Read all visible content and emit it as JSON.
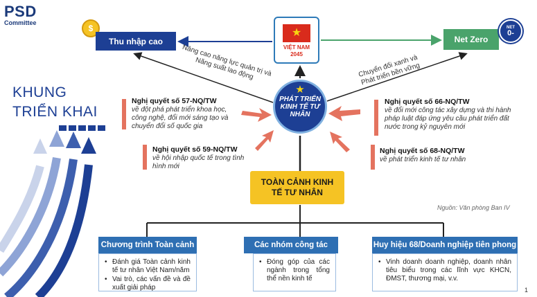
{
  "logo": {
    "title": "PSD",
    "subtitle": "Committee"
  },
  "framework": {
    "line1": "KHUNG",
    "line2": "TRIỂN KHAI"
  },
  "goals": {
    "left": "Thu nhập cao",
    "right": "Net Zero",
    "right_icon_top": "NET",
    "right_icon_bottom": "0-",
    "left_icon": "$"
  },
  "vietnam": {
    "line1": "VIỆT NAM",
    "line2": "2045",
    "star_icon": "★"
  },
  "center": {
    "star_icon": "★",
    "label": "PHÁT TRIỂN KINH TẾ TƯ NHÂN"
  },
  "diagonal_left": {
    "line1": "Nâng cao năng lực quản trị và",
    "line2": "Năng suất lao động"
  },
  "diagonal_right": {
    "line1": "Chuyển đổi xanh và",
    "line2": "Phát triển bền vững"
  },
  "resolutions": [
    {
      "title": "Nghị quyết số 57-NQ/TW",
      "desc": "về đột phá phát triển khoa học, công nghệ, đổi mới sáng tạo và chuyển đổi số quốc gia"
    },
    {
      "title": "Nghị quyết số 59-NQ/TW",
      "desc": "về hội nhập quốc tế trong tình hình mới"
    },
    {
      "title": "Nghị quyết số 66-NQ/TW",
      "desc": "về đổi mới công tác xây dựng và thi hành pháp luật đáp ứng yêu cầu phát triển đất nước trong kỷ nguyên mới"
    },
    {
      "title": "Nghị quyết số 68-NQ/TW",
      "desc": "về phát triển kinh tế tư nhân"
    }
  ],
  "overview": {
    "label": "TOÀN CẢNH KINH TẾ TƯ NHÂN"
  },
  "source": "Nguồn: Văn phòng Ban IV",
  "programs": [
    {
      "title": "Chương trình Toàn cảnh",
      "items": [
        "Đánh giá Toàn cảnh kinh tế tư nhân Việt Nam/năm",
        "Vai trò, các vấn đề và đề xuất giải pháp"
      ]
    },
    {
      "title": "Các nhóm công tác",
      "items": [
        "Đóng góp của các ngành trong tổng thể nền kinh tế"
      ]
    },
    {
      "title": "Huy hiệu 68/Doanh nghiệp tiên phong",
      "items": [
        "Vinh doanh doanh nghiệp, doanh nhân tiêu biểu trong các lĩnh vực KHCN, ĐMST, thương mại, v.v."
      ]
    }
  ],
  "page_number": "1",
  "colors": {
    "navy": "#1d3f94",
    "green": "#4aa36b",
    "gold": "#f5c324",
    "coral": "#e4735f",
    "header_blue": "#2e6fb3"
  }
}
